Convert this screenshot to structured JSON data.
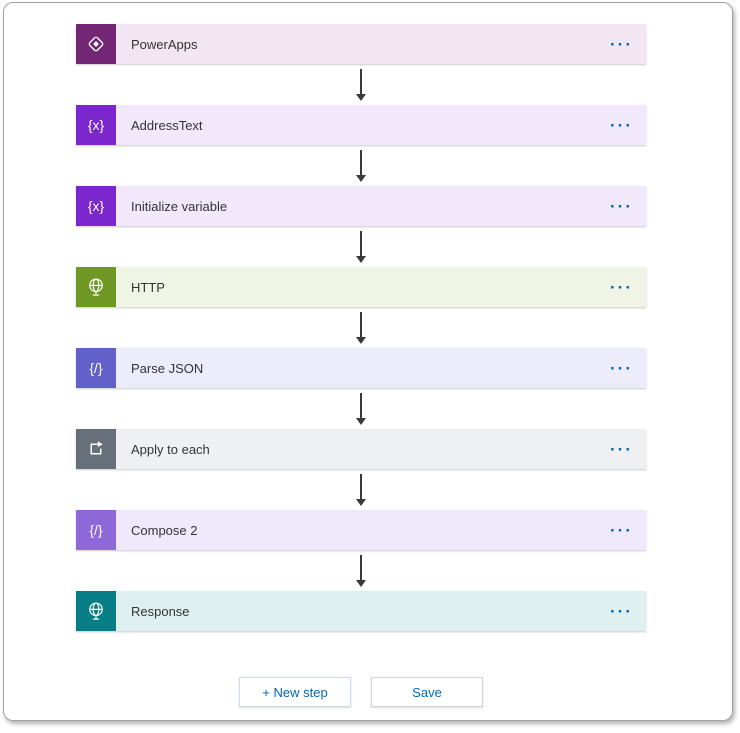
{
  "colors": {
    "accent": "#0067b8",
    "arrow": "#3a3a3a"
  },
  "menu_glyph": "···",
  "glyphs": {
    "variable": "{x}",
    "braces": "{/}"
  },
  "steps": [
    {
      "label": "PowerApps",
      "icon": "powerapps-icon",
      "icon_bg": "#742774",
      "bar_bg": "#f2e6f2"
    },
    {
      "label": "AddressText",
      "icon": "variable-icon",
      "icon_bg": "#7c27ce",
      "bar_bg": "#f1e9fb"
    },
    {
      "label": "Initialize variable",
      "icon": "variable-icon",
      "icon_bg": "#7c27ce",
      "bar_bg": "#f1e9fb"
    },
    {
      "label": "HTTP",
      "icon": "globe-icon",
      "icon_bg": "#6f9824",
      "bar_bg": "#f0f4e4"
    },
    {
      "label": "Parse JSON",
      "icon": "braces-icon",
      "icon_bg": "#6261c9",
      "bar_bg": "#ececfb"
    },
    {
      "label": "Apply to each",
      "icon": "loop-icon",
      "icon_bg": "#67707a",
      "bar_bg": "#eff0f1"
    },
    {
      "label": "Compose 2",
      "icon": "braces-icon",
      "icon_bg": "#8e68d9",
      "bar_bg": "#efe9fb"
    },
    {
      "label": "Response",
      "icon": "globe-icon",
      "icon_bg": "#077e85",
      "bar_bg": "#dff0f1"
    }
  ],
  "footer": {
    "new_step": "+ New step",
    "save": "Save"
  }
}
